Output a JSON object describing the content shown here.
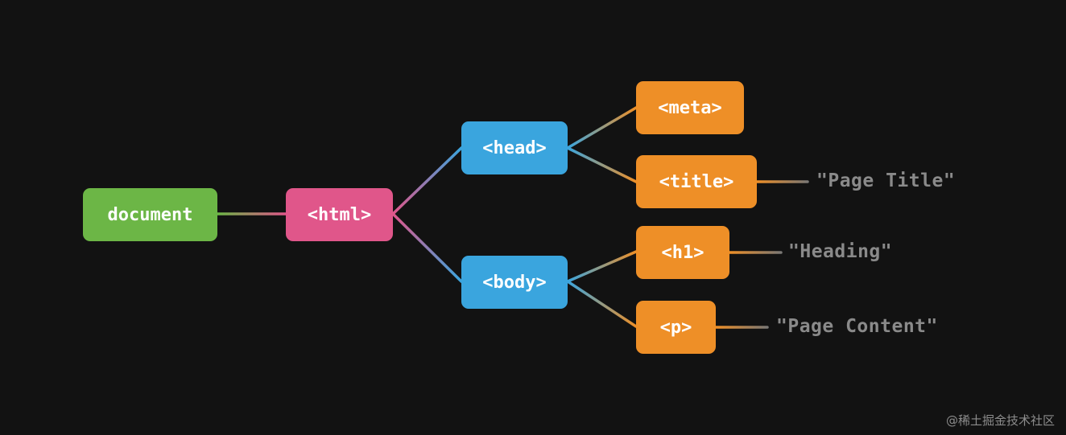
{
  "colors": {
    "background": "#121212",
    "document": "#6cb646",
    "html": "#e0568a",
    "head_body": "#3aa5de",
    "leaf_elements": "#ee8f27",
    "text_content": "#8a8a8a"
  },
  "nodes": {
    "document": "document",
    "html": "<html>",
    "head": "<head>",
    "body": "<body>",
    "meta": "<meta>",
    "title": "<title>",
    "h1": "<h1>",
    "p": "<p>"
  },
  "texts": {
    "title_text": "\"Page Title\"",
    "h1_text": "\"Heading\"",
    "p_text": "\"Page Content\""
  },
  "watermark": "@稀土掘金技术社区"
}
